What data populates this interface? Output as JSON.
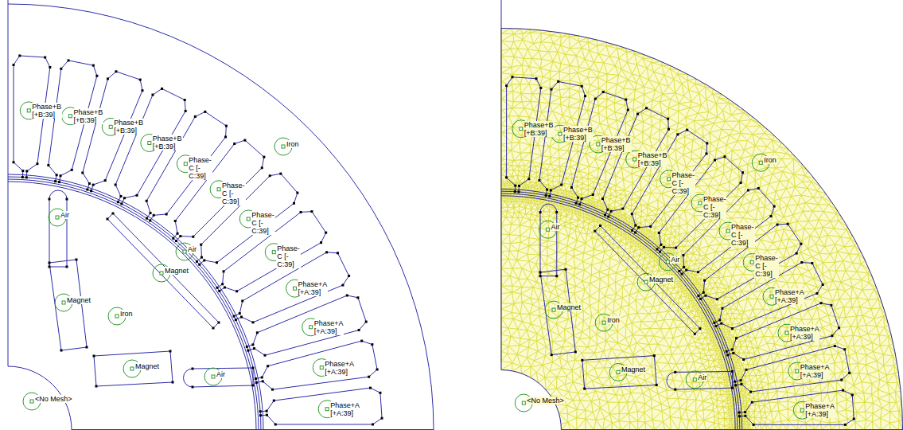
{
  "diagram": {
    "labels": [
      "Phase+B [+B:39]",
      "Phase+B [+B:39]",
      "Phase+B [+B:39]",
      "Phase+B [+B:39]",
      "Phase-C [-C:39]",
      "Phase-C [-C:39]",
      "Phase-C [-C:39]",
      "Phase-C [-C:39]",
      "Phase+A [+A:39]",
      "Phase+A [+A:39]",
      "Phase+A [+A:39]",
      "Phase+A [+A:39]",
      "Iron",
      "Air",
      "Air",
      "Magnet",
      "Magnet",
      "Iron",
      "Magnet",
      "Air",
      "<No Mesh>",
      "Phase+B [+B:39]",
      "Phase+B [+B:39]",
      "Phase+B [+B:39]",
      "Phase+B [+B:39]",
      "Phase-C [-C:39]",
      "Phase-C [-C:39]",
      "Phase-C [-C:39]",
      "Phase-C [-C:39]",
      "Phase+A [+A:39]",
      "Phase+A [+A:39]",
      "Phase+A [+A:39]",
      "Phase+A [+A:39]",
      "Iron",
      "Air",
      "Air",
      "Magnet",
      "Magnet",
      "Iron",
      "Magnet",
      "Air",
      "<No Mesh>"
    ]
  }
}
